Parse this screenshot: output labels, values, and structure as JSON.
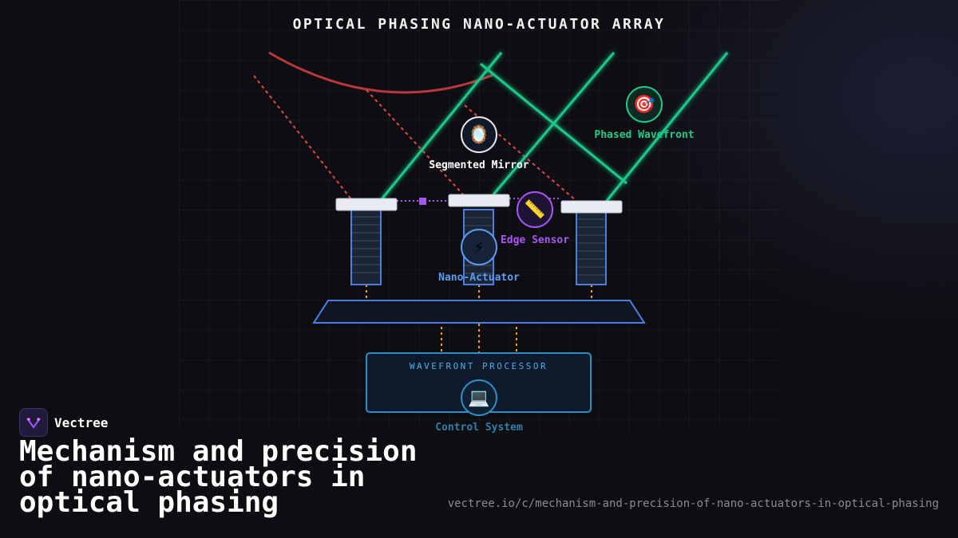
{
  "title": "OPTICAL PHASING NANO-ACTUATOR ARRAY",
  "nodes": {
    "segmented_mirror": {
      "label": "Segmented Mirror",
      "icon": "mirror-icon",
      "glyph": "🪞",
      "color": "#ffffff"
    },
    "phased_wavefront": {
      "label": "Phased Wavefront",
      "icon": "target-icon",
      "glyph": "🎯",
      "color": "#1fc98a"
    },
    "edge_sensor": {
      "label": "Edge Sensor",
      "icon": "ruler-icon",
      "glyph": "📏",
      "color": "#a855f7"
    },
    "nano_actuator": {
      "label": "Nano-Actuator",
      "icon": "lightning-icon",
      "glyph": "⚡",
      "color": "#5b9cf0"
    },
    "control_system": {
      "label": "Control System",
      "icon": "laptop-icon",
      "glyph": "💻",
      "color": "#2f7fa8"
    }
  },
  "processor": {
    "label": "WAVEFRONT PROCESSOR"
  },
  "colors": {
    "wavefront": "#1fc98a",
    "incoming_light": "#e0474c",
    "phase_arc": "#b8383d",
    "actuator": "#4a7fe0",
    "feedback": "#f59e0b",
    "sensor_link": "#a855f7",
    "processor_border": "#2f8fc4"
  },
  "brand": {
    "name": "Vectree",
    "logo": "vectree-logo"
  },
  "headline": "Mechanism and precision of nano-actuators in optical phasing",
  "url": "vectree.io/c/mechanism-and-precision-of-nano-actuators-in-optical-phasing"
}
